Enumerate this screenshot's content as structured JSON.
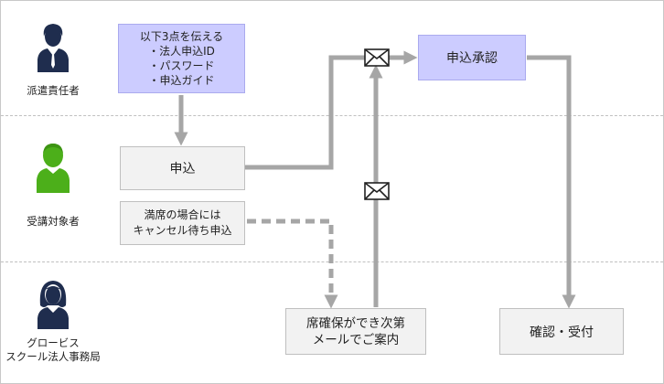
{
  "lanes": [
    {
      "id": "dispatch",
      "label": "派遣責任者",
      "icon": "business-person-icon",
      "color": "#1f2d4e"
    },
    {
      "id": "trainee",
      "label": "受講対象者",
      "icon": "person-icon",
      "color": "#4caf1a"
    },
    {
      "id": "office",
      "label_lines": [
        "グロービス",
        "スクール法人事務局"
      ],
      "icon": "woman-icon",
      "color": "#1f2d4e"
    }
  ],
  "boxes": {
    "notify": [
      "以下3点を伝える",
      "・法人申込ID",
      "・パスワード",
      "・申込ガイド"
    ],
    "apply": [
      "申込"
    ],
    "waitlist": [
      "満席の場合には",
      "キャンセル待ち申込"
    ],
    "approve": [
      "申込承認"
    ],
    "seat_mail": [
      "席確保ができ次第",
      "メールでご案内"
    ],
    "confirm": [
      "確認・受付"
    ]
  },
  "colors": {
    "arrow": "#a6a6a6",
    "box_fill": "#f2f2f2",
    "highlight_fill": "#ccccff",
    "lane_divider": "#c0c0c0"
  },
  "icons": [
    "envelope-icon",
    "envelope-icon"
  ]
}
